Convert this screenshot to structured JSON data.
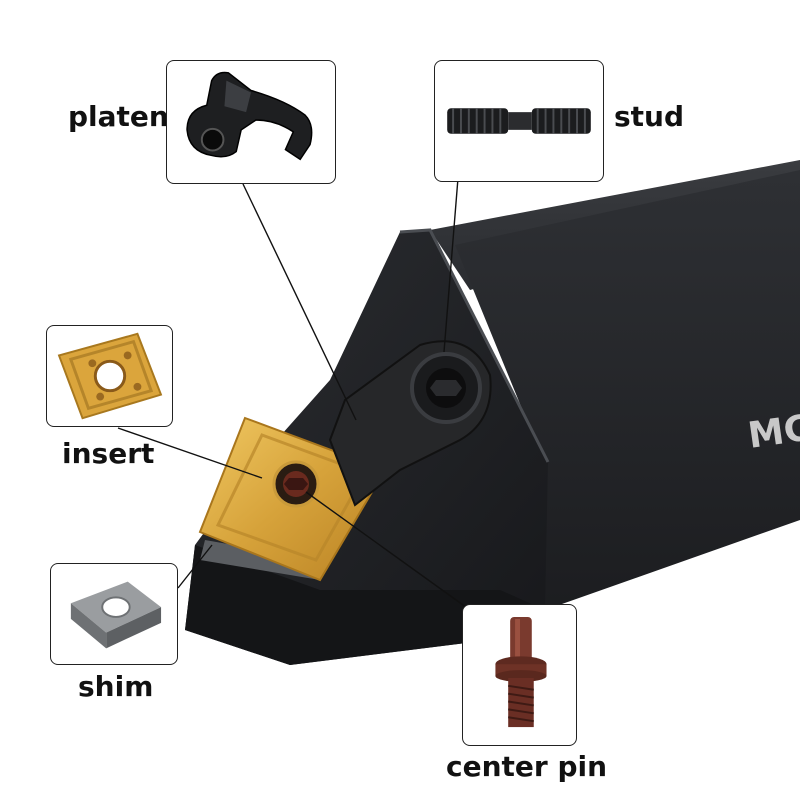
{
  "labels": {
    "platen": "platen",
    "stud": "stud",
    "insert": "insert",
    "shim": "shim",
    "center_pin": "center pin"
  },
  "tool_marking": "MC",
  "colors": {
    "holder": "#1f2124",
    "insert_gold": "#d9a83a",
    "shim_gray": "#8a8d90",
    "pin_brown": "#7a3a2e",
    "leader_line": "#111111"
  }
}
